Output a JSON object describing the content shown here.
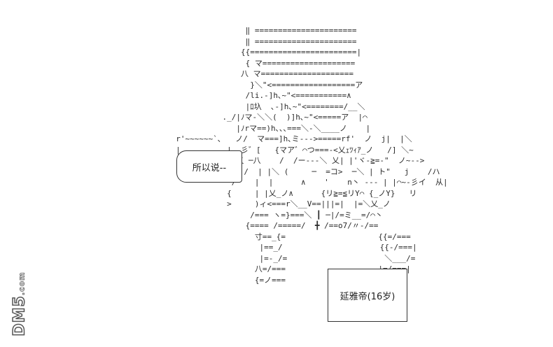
{
  "ascii_art": "                 ‖ ======================\n                 ‖ ======================\n                {{=======================|\n                 { マ====================\n                八 マ====================\n                  }＼\"<==================ア\n                 /li.-]h､~\"<===========∧\n                 |ﾛ圦  ､-]h､~\"<========/__＼\n            ._/|ﾉマ-＼＼(  )]h､~\"<=====ア  |⌒\n               |ﾉrマ==)h､､､===＼-＼____ノ    |\n  r'~~~~~~`､   ノ/  マ===]h､ミ--->=====rf'  ノ  j|  |＼\n  |          |  彡゛[   {マア゛⌒つ===-<乂ｪﾂｨｱ_ノ   /] ＼~\n  `------------乂 ─八    /  /ー--‐＼ 乂| |'ヾ-≧=-\"  ノ~-->\n            し   /  | |＼ (     ─  =コ>  ─＼ | ト\"   j    /ハ\n              /    |  |      ∧    '    n丶 -‐- | |⌒~-彡イ  从|\n             {     | |乂_ノ∧      {リ≧=≦リY⌒ {_ノY}   リ\n             >     )ィ<===r＼__V==|||=|  |=＼乂_ノ\n                  /=== ヽ=}===＼ ┃ ─|/=ミ__=/⌒丶\n                 {==== /=====/  ╋ /==o7/〃-/==\n                   寸==_{=                    {{=/===\n                    |==_/                     {{-/===|\n                    |=-_/=                     ＼___/=\n                   八=/===                    |=/===|\n                   {=ノ===                     {====",
  "bubble_text": "所以说--",
  "name_box_text": "延雅帝(16岁)",
  "logo": {
    "main": "DM5",
    "suffix": ".com"
  }
}
